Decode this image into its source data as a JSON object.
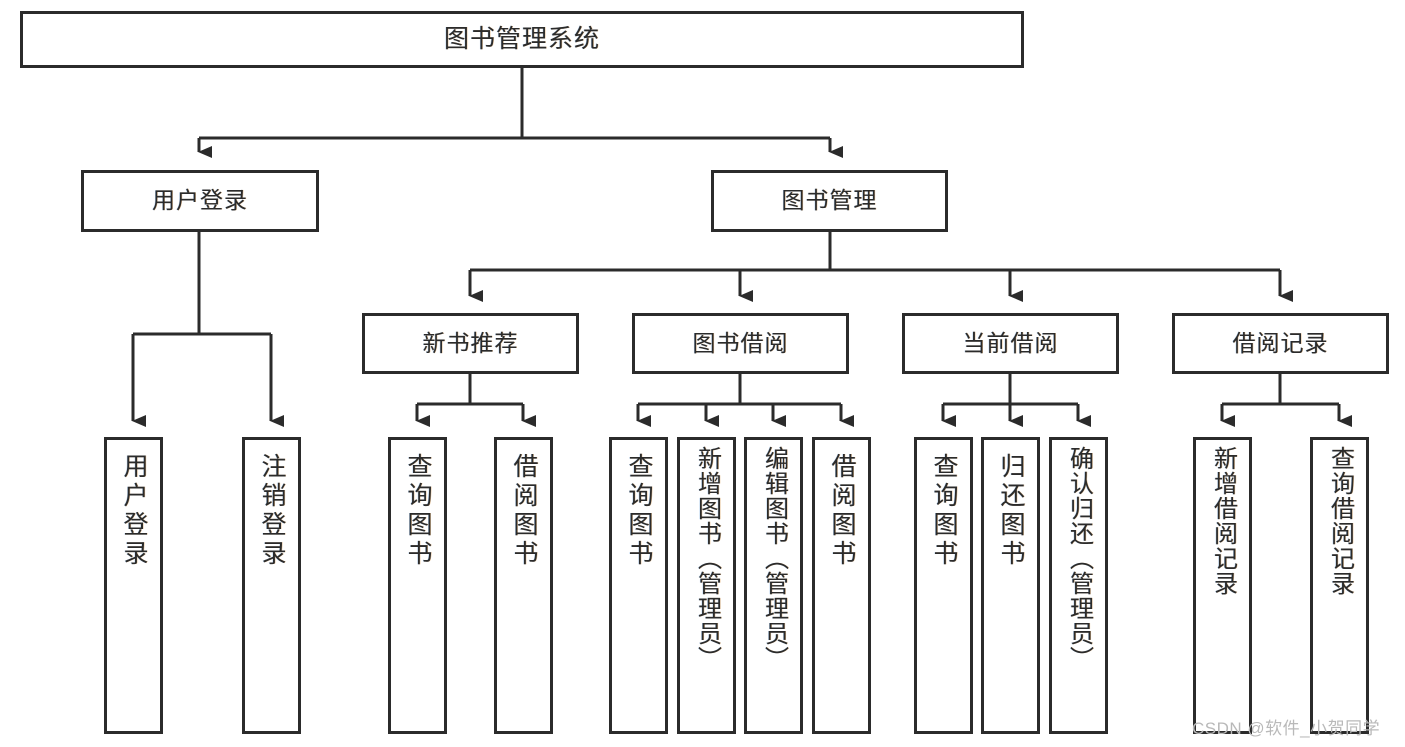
{
  "diagram": {
    "type": "tree",
    "title": "图书管理系统",
    "root": {
      "id": "root",
      "label": "图书管理系统"
    },
    "level2": [
      {
        "id": "user-login",
        "label": "用户登录"
      },
      {
        "id": "book-mgmt",
        "label": "图书管理"
      }
    ],
    "level3": [
      {
        "id": "new-book-rec",
        "label": "新书推荐",
        "parent": "book-mgmt"
      },
      {
        "id": "book-borrow",
        "label": "图书借阅",
        "parent": "book-mgmt"
      },
      {
        "id": "current-borrow",
        "label": "当前借阅",
        "parent": "book-mgmt"
      },
      {
        "id": "borrow-record",
        "label": "借阅记录",
        "parent": "book-mgmt"
      }
    ],
    "leaves": [
      {
        "id": "leaf-user-login",
        "label": "用户登录",
        "parent": "user-login"
      },
      {
        "id": "leaf-logout",
        "label": "注销登录",
        "parent": "user-login"
      },
      {
        "id": "leaf-query-book-1",
        "label": "查询图书",
        "parent": "new-book-rec"
      },
      {
        "id": "leaf-borrow-book-1",
        "label": "借阅图书",
        "parent": "new-book-rec"
      },
      {
        "id": "leaf-query-book-2",
        "label": "查询图书",
        "parent": "book-borrow"
      },
      {
        "id": "leaf-add-book",
        "label": "新增图书（管理员）",
        "parent": "book-borrow"
      },
      {
        "id": "leaf-edit-book",
        "label": "编辑图书（管理员）",
        "parent": "book-borrow"
      },
      {
        "id": "leaf-borrow-book-2",
        "label": "借阅图书",
        "parent": "book-borrow"
      },
      {
        "id": "leaf-query-book-3",
        "label": "查询图书",
        "parent": "current-borrow"
      },
      {
        "id": "leaf-return-book",
        "label": "归还图书",
        "parent": "current-borrow"
      },
      {
        "id": "leaf-confirm-return",
        "label": "确认归还（管理员）",
        "parent": "current-borrow"
      },
      {
        "id": "leaf-add-record",
        "label": "新增借阅记录",
        "parent": "borrow-record"
      },
      {
        "id": "leaf-query-record",
        "label": "查询借阅记录",
        "parent": "borrow-record"
      }
    ],
    "colors": {
      "stroke": "#2b2b2b",
      "fill": "#ffffff",
      "text": "#2b2b2b",
      "watermark": "#b9b9b9"
    }
  },
  "watermark": {
    "text": "CSDN @软件_小贺同学"
  }
}
